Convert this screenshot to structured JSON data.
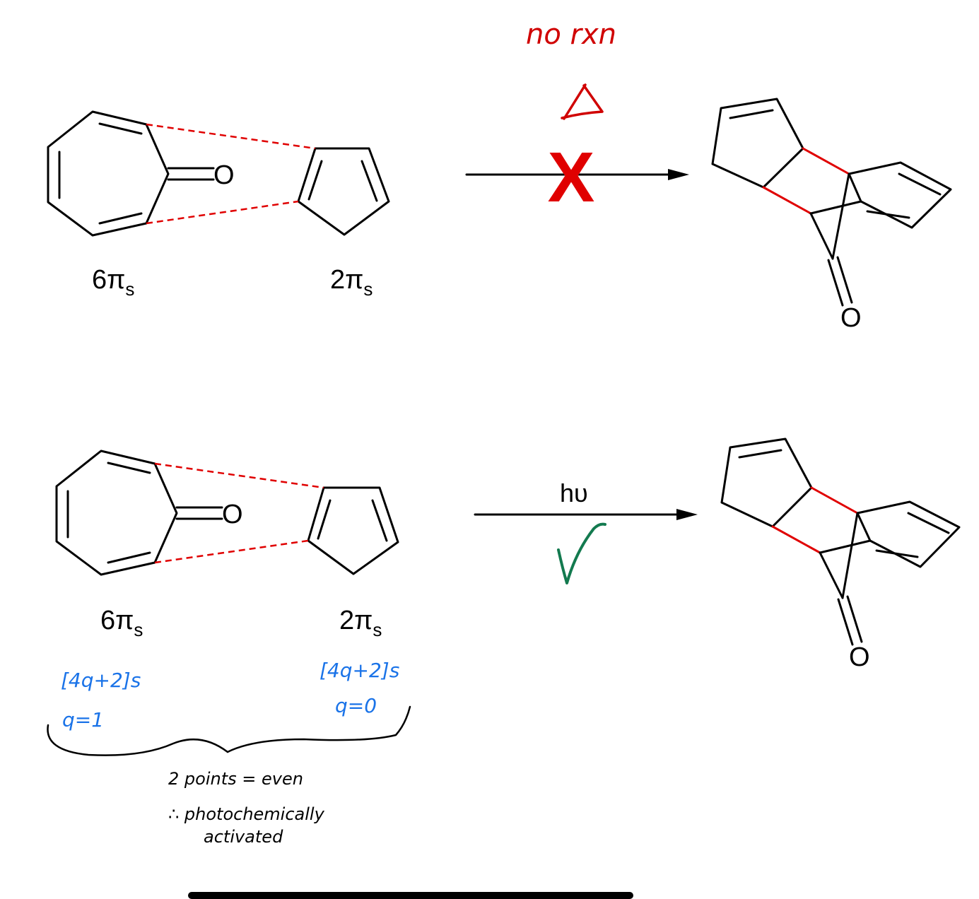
{
  "reaction1": {
    "reactant1_atom": "O",
    "label1_main": "6π",
    "label1_sub": "s",
    "label2_main": "2π",
    "label2_sub": "s",
    "product_atom": "O",
    "note": "no rxn",
    "cross_symbol": "X"
  },
  "reaction2": {
    "reactant1_atom": "O",
    "label1_main": "6π",
    "label1_sub": "s",
    "label2_main": "2π",
    "label2_sub": "s",
    "condition": "hυ",
    "product_atom": "O"
  },
  "annotations": {
    "rule_left": "[4q+2]s",
    "q_left": "q=1",
    "rule_right": "[4q+2]s",
    "q_right": "q=0",
    "conclusion_line1": "2 points = even",
    "conclusion_line2": "∴ photochemically",
    "conclusion_line3": "activated"
  },
  "colors": {
    "new_bond": "#e00000",
    "note_red": "#d00000",
    "check_green": "#137a4f",
    "annotation_blue": "#1a73e8"
  }
}
